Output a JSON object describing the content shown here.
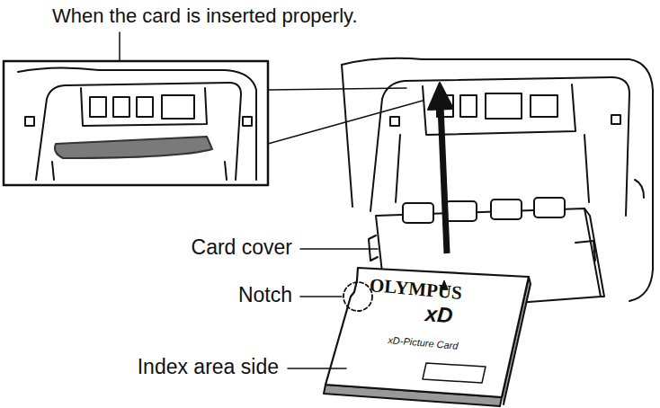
{
  "diagram": {
    "labels": [
      "When the card is inserted properly.",
      "Card cover",
      "Notch",
      "OLYMPUS",
      "xD",
      "xD-Picture Card",
      "Index area side"
    ]
  }
}
